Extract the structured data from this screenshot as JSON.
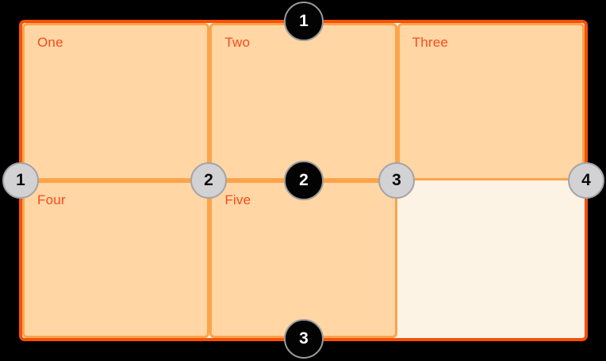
{
  "colors": {
    "page_background": "#000000",
    "container_border": "#f65009",
    "container_background": "#fdf3e5",
    "cell_background": "#ffd6a4",
    "cell_border": "#fca44a",
    "cell_label_text": "#f94a1d",
    "row_badge_fill": "#030303",
    "row_badge_text": "#ffffff",
    "row_badge_ring": "#9b9b9b",
    "column_badge_fill": "#d2d2d4",
    "column_badge_text": "#0b0b0b",
    "column_badge_ring": "#a5a4a8"
  },
  "grid": {
    "columns": 3,
    "rows": 2,
    "cells": [
      {
        "label": "One"
      },
      {
        "label": "Two"
      },
      {
        "label": "Three"
      },
      {
        "label": "Four"
      },
      {
        "label": "Five"
      }
    ]
  },
  "row_line_badges": [
    {
      "number": "1"
    },
    {
      "number": "2"
    },
    {
      "number": "3"
    }
  ],
  "column_line_badges": [
    {
      "number": "1"
    },
    {
      "number": "2"
    },
    {
      "number": "3"
    },
    {
      "number": "4"
    }
  ]
}
